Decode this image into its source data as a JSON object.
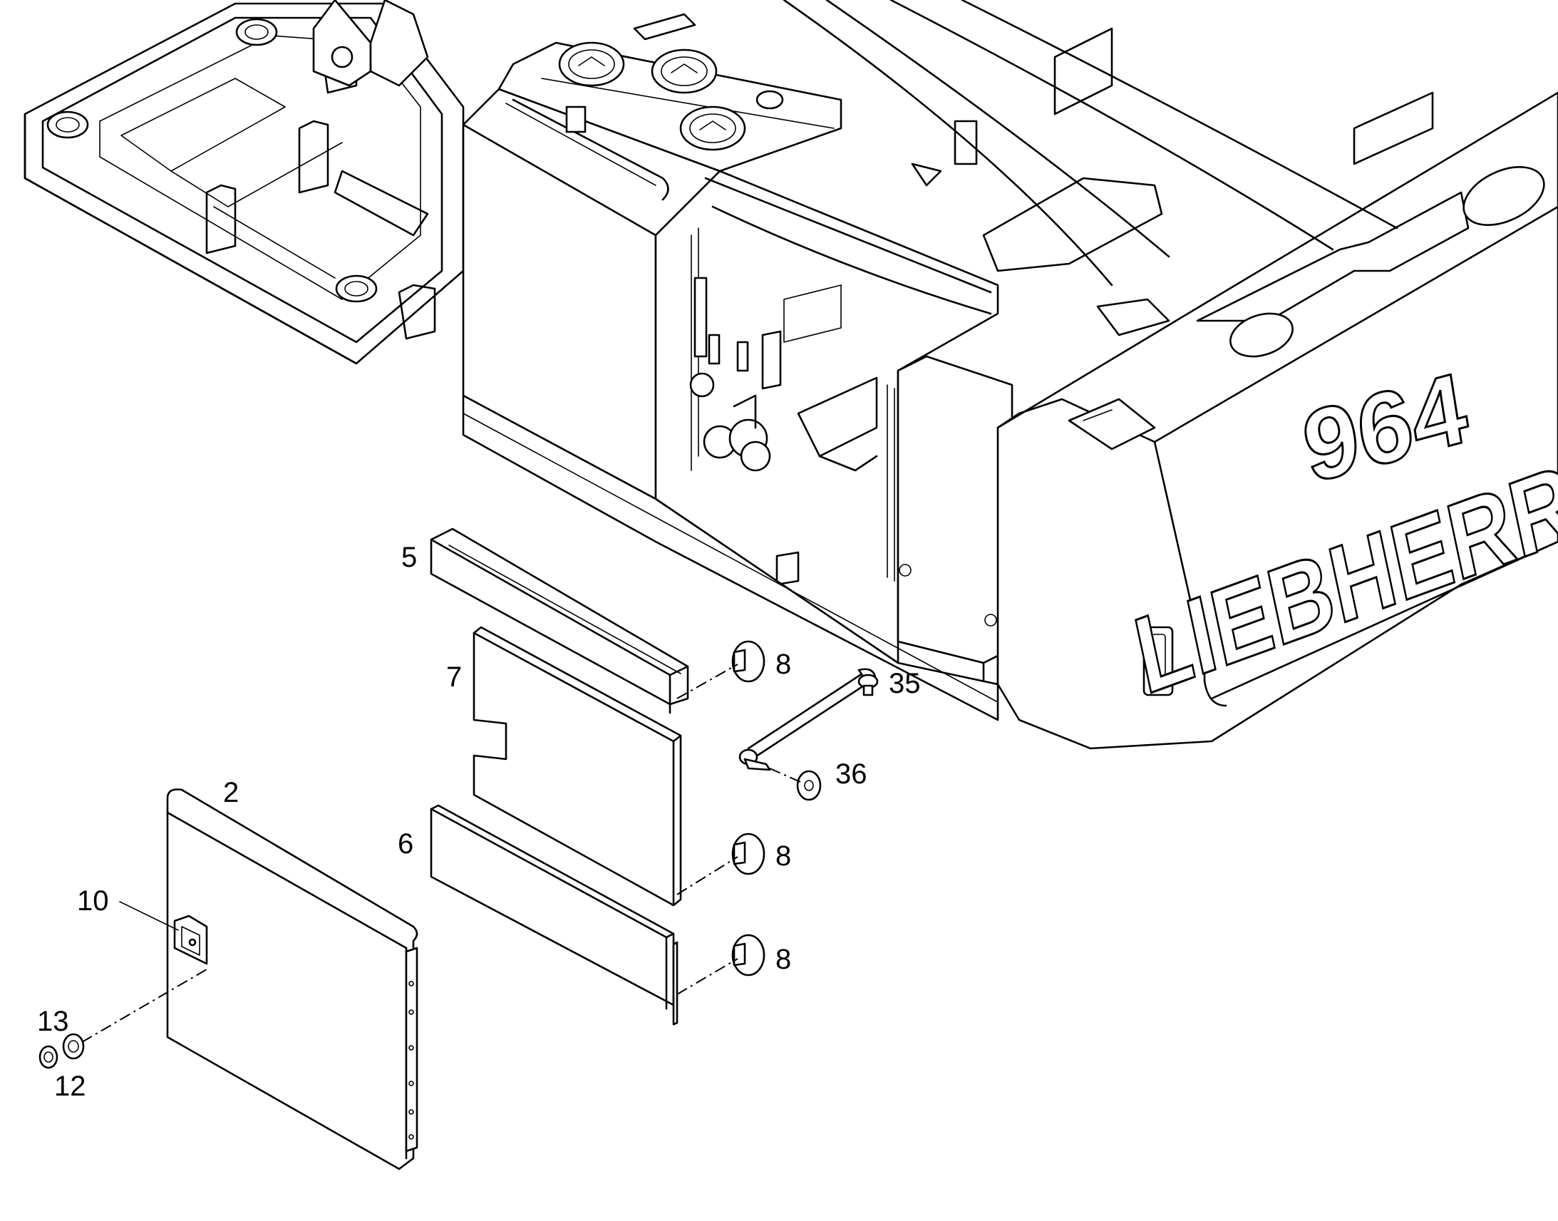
{
  "model_mark": "964",
  "brand_mark": "LIEBHERR",
  "callouts": {
    "c5": "5",
    "c7": "7",
    "c2": "2",
    "c6": "6",
    "c10": "10",
    "c13": "13",
    "c12": "12",
    "c8a": "8",
    "c8b": "8",
    "c8c": "8",
    "c35": "35",
    "c36": "36"
  }
}
